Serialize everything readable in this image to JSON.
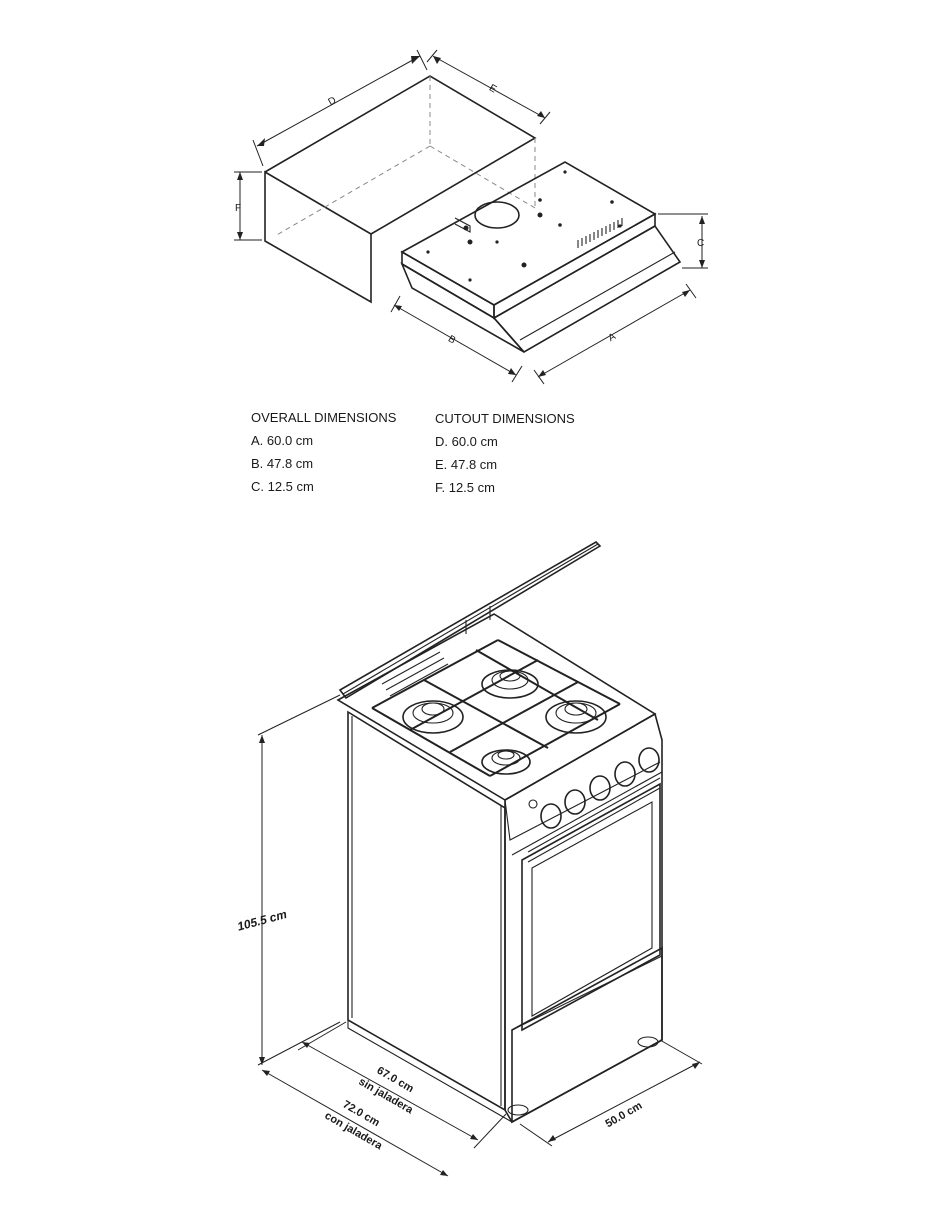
{
  "hood_diagram": {
    "letters": {
      "a": "A",
      "b": "B",
      "c": "C",
      "d": "D",
      "e": "E",
      "f": "F"
    }
  },
  "overall": {
    "heading": "OVERALL DIMENSIONS",
    "rows": [
      "A. 60.0 cm",
      "B. 47.8 cm",
      "C. 12.5 cm"
    ]
  },
  "cutout": {
    "heading": "CUTOUT DIMENSIONS",
    "rows": [
      "D. 60.0 cm",
      "E. 47.8 cm",
      "F. 12.5 cm"
    ]
  },
  "stove_diagram": {
    "height": "105.5 cm",
    "depth_without_handle": "67.0 cm",
    "depth_without_handle_note": "sin jaladera",
    "depth_with_handle": "72.0 cm",
    "depth_with_handle_note": "con jaladera",
    "width": "50.0 cm"
  },
  "colors": {
    "line": "#222222",
    "hidden_line": "#888888",
    "background": "#ffffff"
  }
}
